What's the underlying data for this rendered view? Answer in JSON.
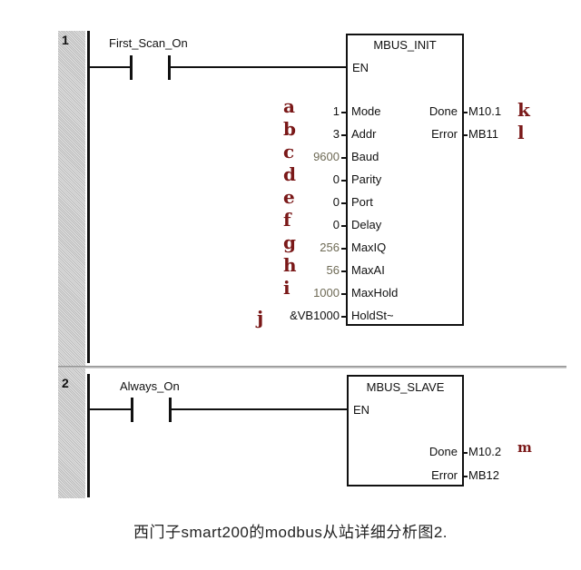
{
  "rung1": {
    "number": "1",
    "contact": "First_Scan_On",
    "block": {
      "title": "MBUS_INIT",
      "en": "EN",
      "inputs": [
        {
          "letter": "a",
          "value": "1",
          "pin": "Mode"
        },
        {
          "letter": "b",
          "value": "3",
          "pin": "Addr"
        },
        {
          "letter": "c",
          "value": "9600",
          "pin": "Baud"
        },
        {
          "letter": "d",
          "value": "0",
          "pin": "Parity"
        },
        {
          "letter": "e",
          "value": "0",
          "pin": "Port"
        },
        {
          "letter": "f",
          "value": "0",
          "pin": "Delay"
        },
        {
          "letter": "g",
          "value": "256",
          "pin": "MaxIQ"
        },
        {
          "letter": "h",
          "value": "56",
          "pin": "MaxAI"
        },
        {
          "letter": "i",
          "value": "1000",
          "pin": "MaxHold"
        },
        {
          "letter": "j",
          "value": "&VB1000",
          "pin": "HoldSt~"
        }
      ],
      "outputs": [
        {
          "pin": "Done",
          "value": "M10.1",
          "letter": "k"
        },
        {
          "pin": "Error",
          "value": "MB11",
          "letter": "l"
        }
      ]
    }
  },
  "rung2": {
    "number": "2",
    "contact": "Always_On",
    "block": {
      "title": "MBUS_SLAVE",
      "en": "EN",
      "outputs": [
        {
          "pin": "Done",
          "value": "M10.2",
          "letter": "m"
        },
        {
          "pin": "Error",
          "value": "MB12"
        }
      ]
    }
  },
  "caption": "西门子smart200的modbus从站详细分析图2.",
  "colors": {
    "annotation": "#7a1818"
  }
}
